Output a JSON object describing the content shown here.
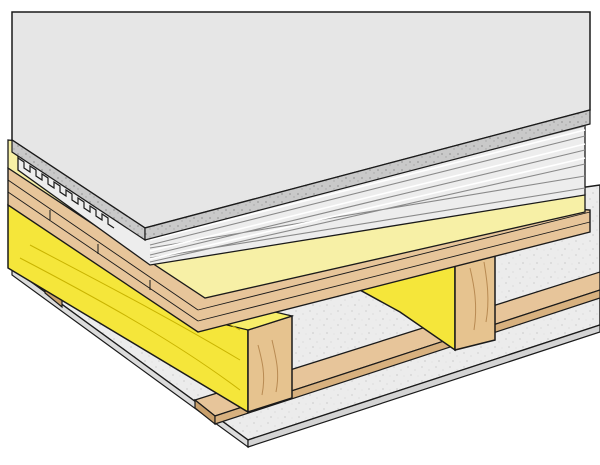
{
  "figure": {
    "kind": "floor-construction-cutaway",
    "layers_top_to_bottom": [
      "floor-covering",
      "corrugated-sheet",
      "insulation-board",
      "timber-boarding",
      "joists",
      "battens",
      "ceiling-board"
    ],
    "colors": {
      "outline": "#1a1a1a",
      "covering": "#e6e6e6",
      "screed": "#c9c9c9",
      "sheet_light": "#ededed",
      "sheet_dark": "#b9b9b9",
      "insulation": "#f7f0a6",
      "timber": "#e7c59a",
      "timber_dark": "#c9a06c",
      "joist_yellow": "#f5e63a",
      "joist_end": "#e6c38f",
      "ceiling": "#e9e9e9"
    },
    "joist_count": 2,
    "batten_count": 2
  }
}
